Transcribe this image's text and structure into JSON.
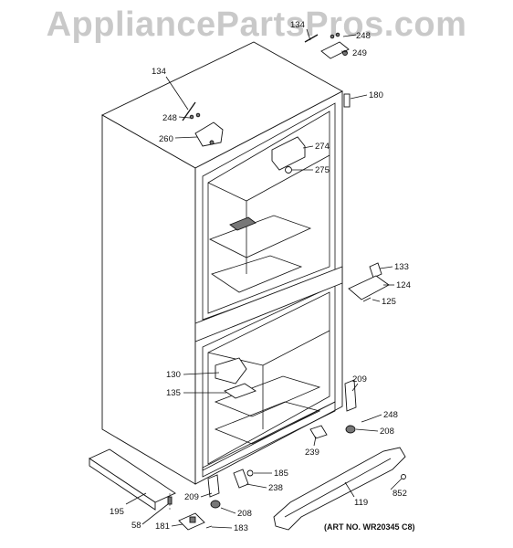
{
  "watermark": "AppliancePartsPros.com",
  "art_number": "(ART NO. WR20345 C8)",
  "callouts": {
    "c134a": "134",
    "c248a": "248",
    "c249": "249",
    "c180": "180",
    "c134b": "134",
    "c248b": "248",
    "c260": "260",
    "c274": "274",
    "c275": "275",
    "c133": "133",
    "c124": "124",
    "c125": "125",
    "c130": "130",
    "c135": "135",
    "c209a": "209",
    "c248c": "248",
    "c208a": "208",
    "c239": "239",
    "c185": "185",
    "c238": "238",
    "c195": "195",
    "c58": "58",
    "c209b": "209",
    "c208b": "208",
    "c181": "181",
    "c183": "183",
    "c119": "119",
    "c852": "852"
  }
}
